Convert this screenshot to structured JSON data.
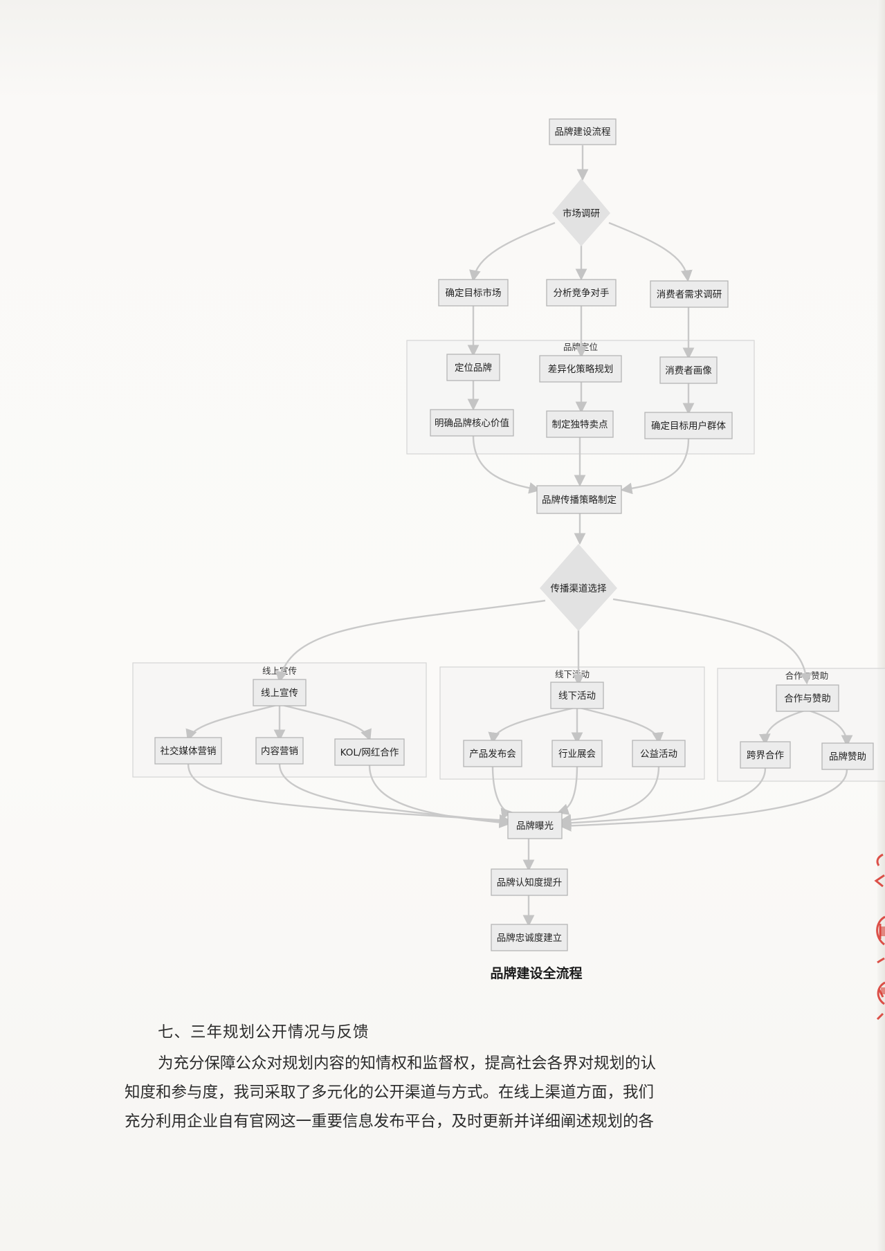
{
  "flowchart": {
    "start": "品牌建设流程",
    "market_research": "市场调研",
    "research_branches": [
      "确定目标市场",
      "分析竞争对手",
      "消费者需求调研"
    ],
    "positioning_group": {
      "label": "品牌定位",
      "row1": [
        "定位品牌",
        "差异化策略规划",
        "消费者画像"
      ],
      "row2": [
        "明确品牌核心价值",
        "制定独特卖点",
        "确定目标用户群体"
      ]
    },
    "strategy": "品牌传播策略制定",
    "channel_choice": "传播渠道选择",
    "channel_groups": [
      {
        "label": "线上宣传",
        "head": "线上宣传",
        "children": [
          "社交媒体营销",
          "内容营销",
          "KOL/网红合作"
        ]
      },
      {
        "label": "线下活动",
        "head": "线下活动",
        "children": [
          "产品发布会",
          "行业展会",
          "公益活动"
        ]
      },
      {
        "label": "合作与赞助",
        "head": "合作与赞助",
        "children": [
          "跨界合作",
          "品牌赞助"
        ]
      }
    ],
    "exposure": "品牌曝光",
    "awareness": "品牌认知度提升",
    "loyalty": "品牌忠诚度建立"
  },
  "caption": "品牌建设全流程",
  "section": {
    "heading": "七、三年规划公开情况与反馈",
    "lines": [
      "为充分保障公众对规划内容的知情权和监督权，提高社会各界对规划的认",
      "知度和参与度，我司采取了多元化的公开渠道与方式。在线上渠道方面，我们",
      "充分利用企业自有官网这一重要信息发布平台，及时更新并详细阐述规划的各"
    ]
  },
  "colors": {
    "node_fill": "#ececec",
    "node_border": "#b5b5b5",
    "edge": "#c9c9c9",
    "diamond": "#e2e2e2",
    "seal_red": "#d8342c"
  }
}
